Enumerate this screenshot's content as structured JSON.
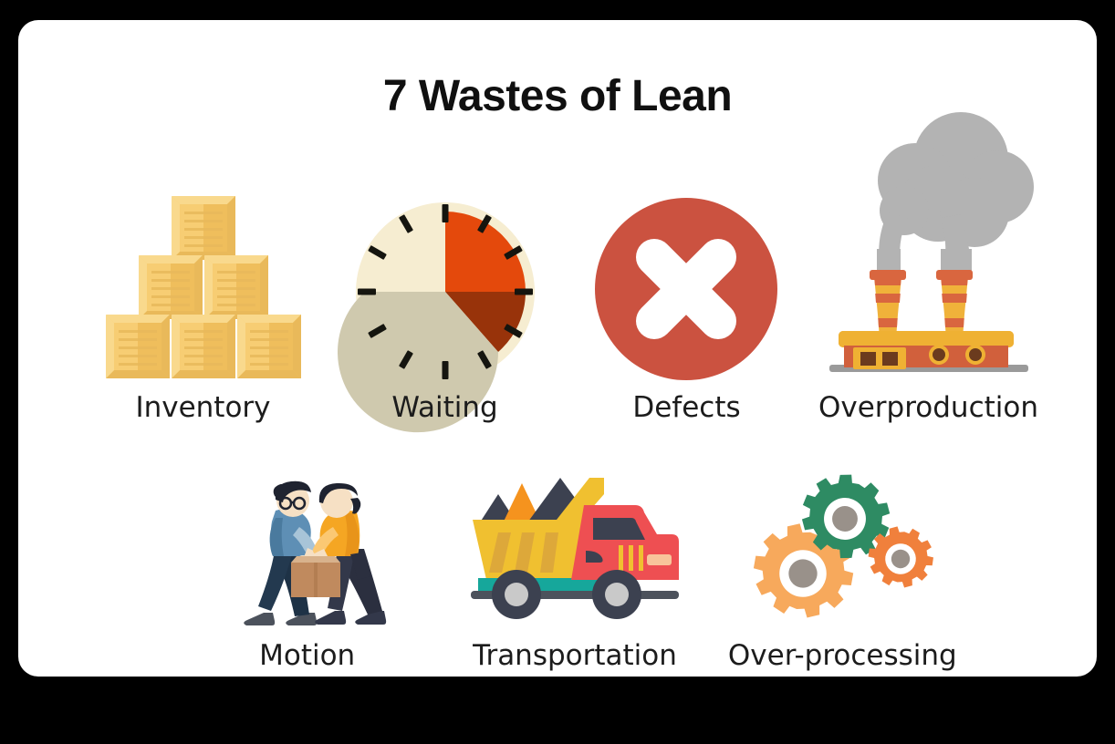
{
  "title": "7 Wastes of Lean",
  "background_color": "#000000",
  "card_color": "#ffffff",
  "title_color": "#101010",
  "caption_color": "#1c1c1c",
  "rows": [
    {
      "items": [
        {
          "label": "Inventory",
          "icon": "stacked-crates-icon",
          "colors": {
            "crate_light": "#F7CD73",
            "crate_dark": "#EFBE5C",
            "crate_line": "#E3AE4C"
          }
        },
        {
          "label": "Waiting",
          "icon": "clock-pie-icon",
          "colors": {
            "cream": "#F6EDD1",
            "orange": "#E4490C",
            "brown": "#98330A",
            "grey": "#CFC9AE",
            "tick": "#1a1a1a"
          }
        },
        {
          "label": "Defects",
          "icon": "error-cross-circle-icon",
          "colors": {
            "circle": "#CB5240",
            "cross": "#ffffff"
          }
        },
        {
          "label": "Overproduction",
          "icon": "smoking-factory-icon",
          "colors": {
            "smoke": "#B3B3B3",
            "stack_red": "#D9663F",
            "stack_yellow": "#F0B23A",
            "building": "#D1603C",
            "roof": "#EFB133",
            "window": "#6B3B1E",
            "ground": "#9A9A9A"
          }
        }
      ]
    },
    {
      "items": [
        {
          "label": "Motion",
          "icon": "two-people-carrying-box-icon",
          "colors": {
            "shirt_blue": "#5E8FB5",
            "shirt_orange": "#F5A623",
            "pants_dark": "#1E3246",
            "pants_navy": "#2B2F3F",
            "skin": "#F6E0C4",
            "hair": "#1F2330",
            "box": "#C08A5E",
            "box_top": "#D8B28C"
          }
        },
        {
          "label": "Transportation",
          "icon": "dump-truck-icon",
          "colors": {
            "bed": "#F0C030",
            "bed_stripe": "#DDA83A",
            "cab": "#EE4F52",
            "window": "#3C4150",
            "chassis": "#16A79B",
            "wheel": "#3C4150",
            "hub": "#C9C9C9",
            "rock_dark": "#3C4150",
            "rock_orange": "#F5931E"
          }
        },
        {
          "label": "Over-processing",
          "icon": "three-gears-icon",
          "colors": {
            "gear_green": "#2E8B63",
            "gear_light_orange": "#F7A95C",
            "gear_orange": "#F0803C",
            "hub": "#99918A",
            "ring": "#ffffff"
          }
        }
      ]
    }
  ]
}
